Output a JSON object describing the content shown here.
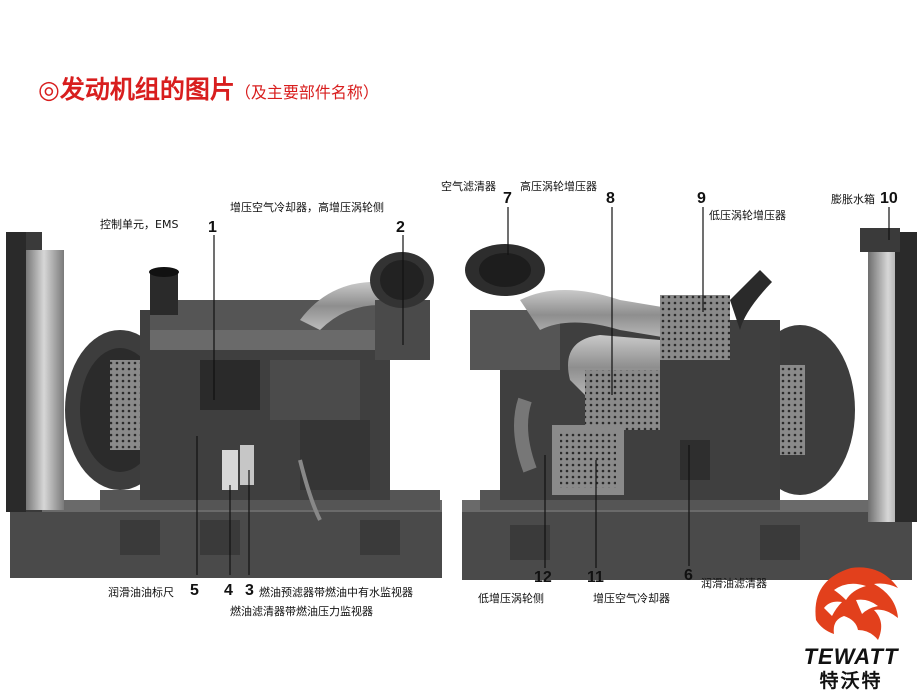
{
  "title": {
    "main": "◎发动机组的图片",
    "sub": "（及主要部件名称）"
  },
  "labels": {
    "l1": "控制单元，EMS",
    "l2": "增压空气冷却器，高增压涡轮侧",
    "l3": "燃油预滤器带燃油中有水监视器",
    "l4": "燃油滤清器带燃油压力监视器",
    "l5": "润滑油油标尺",
    "l6": "润滑油滤清器",
    "l7": "空气滤清器",
    "l8": "高压涡轮增压器",
    "l9": "低压涡轮增压器",
    "l10": "膨胀水箱",
    "l11": "增压空气冷却器",
    "l12": "低增压涡轮侧"
  },
  "numbers": {
    "n1": "1",
    "n2": "2",
    "n3": "3",
    "n4": "4",
    "n5": "5",
    "n6": "6",
    "n7": "7",
    "n8": "8",
    "n9": "9",
    "n10": "10",
    "n11": "11",
    "n12": "12"
  },
  "logo": {
    "brand": "TEWATT",
    "cn": "特沃特",
    "colors": {
      "accent": "#e2401c",
      "title": "#d81e1e"
    }
  }
}
